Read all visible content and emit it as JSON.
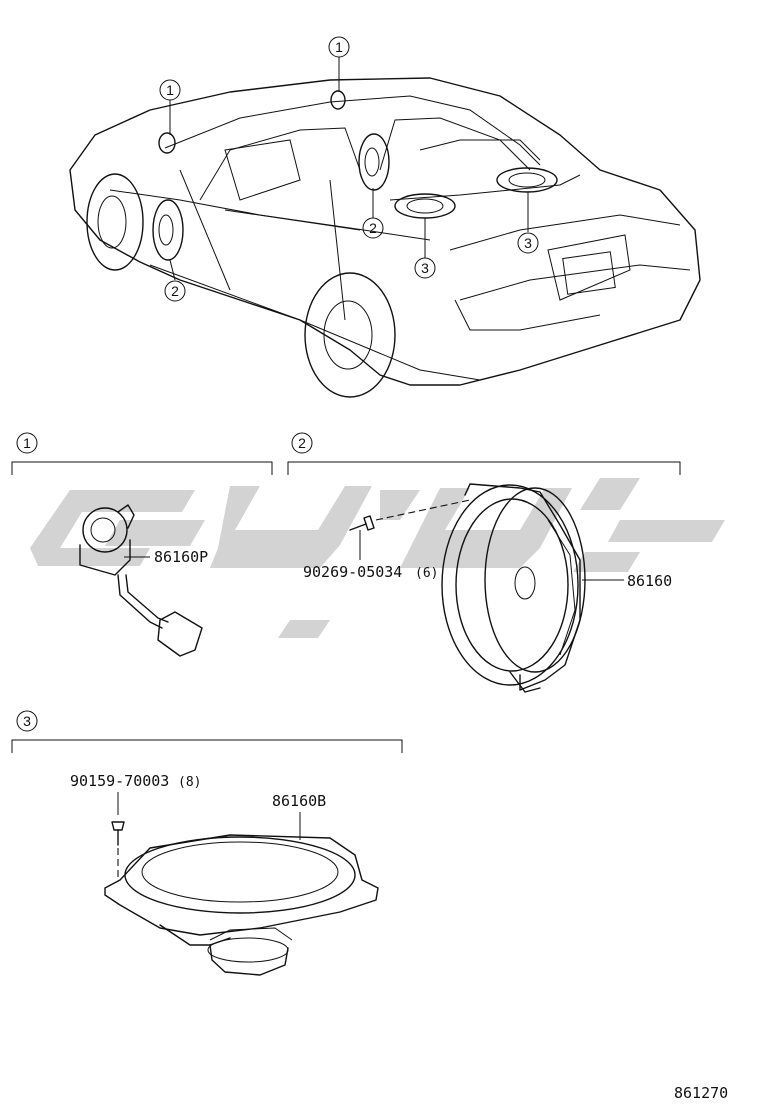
{
  "diagram": {
    "code": "861270",
    "callouts": [
      "1",
      "2",
      "3"
    ],
    "sections": [
      {
        "id": "1",
        "parts": [
          {
            "number": "86160P",
            "qty": ""
          }
        ]
      },
      {
        "id": "2",
        "parts": [
          {
            "number": "90269-05034",
            "qty": "(6)"
          },
          {
            "number": "86160",
            "qty": ""
          }
        ]
      },
      {
        "id": "3",
        "parts": [
          {
            "number": "90159-70003",
            "qty": "(8)"
          },
          {
            "number": "86160B",
            "qty": ""
          }
        ]
      }
    ]
  },
  "icons": {
    "watermark": "watermark-logo",
    "car": "car-outline-icon",
    "tweeter": "tweeter-speaker-icon",
    "door_speaker": "door-speaker-icon",
    "oval_speaker": "oval-speaker-icon",
    "screw": "screw-icon"
  }
}
